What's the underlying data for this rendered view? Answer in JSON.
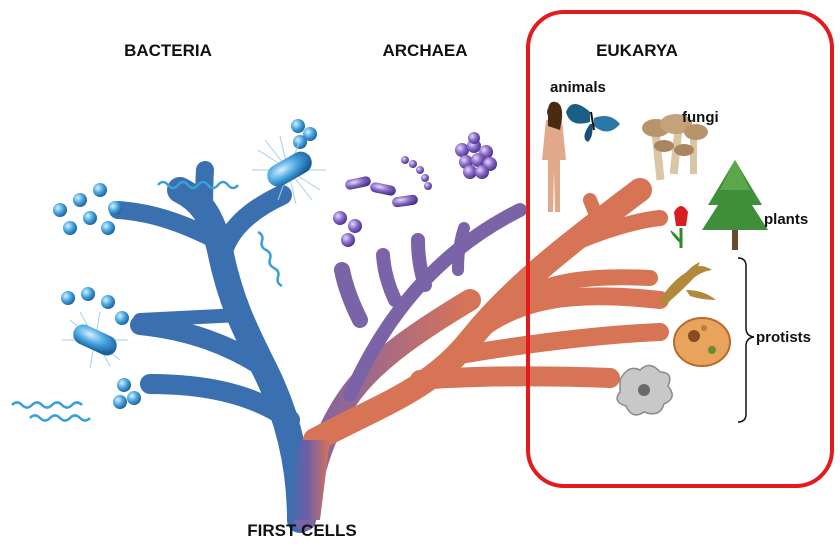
{
  "domains": {
    "bacteria": "BACTERIA",
    "archaea": "ARCHAEA",
    "eukarya": "EUKARYA"
  },
  "root_label": "FIRST CELLS",
  "eukarya_groups": {
    "animals": "animals",
    "fungi": "fungi",
    "plants": "plants",
    "protists": "protists"
  },
  "colors": {
    "bacteria_branch": "#3a6fb0",
    "archaea_branch": "#7b63a8",
    "eukarya_branch": "#d87456",
    "highlight_box": "#e41a1c",
    "organism_blue": "#3aa0d8"
  },
  "icons": [
    "bacteria-cluster-icon",
    "spiral-bacterium-icon",
    "rod-bacterium-icon",
    "archaea-chain-icon",
    "archaea-cluster-icon",
    "human-icon",
    "butterfly-icon",
    "mushroom-icon",
    "tree-icon",
    "tulip-icon",
    "seaweed-icon",
    "paramecium-icon",
    "amoeba-icon"
  ]
}
